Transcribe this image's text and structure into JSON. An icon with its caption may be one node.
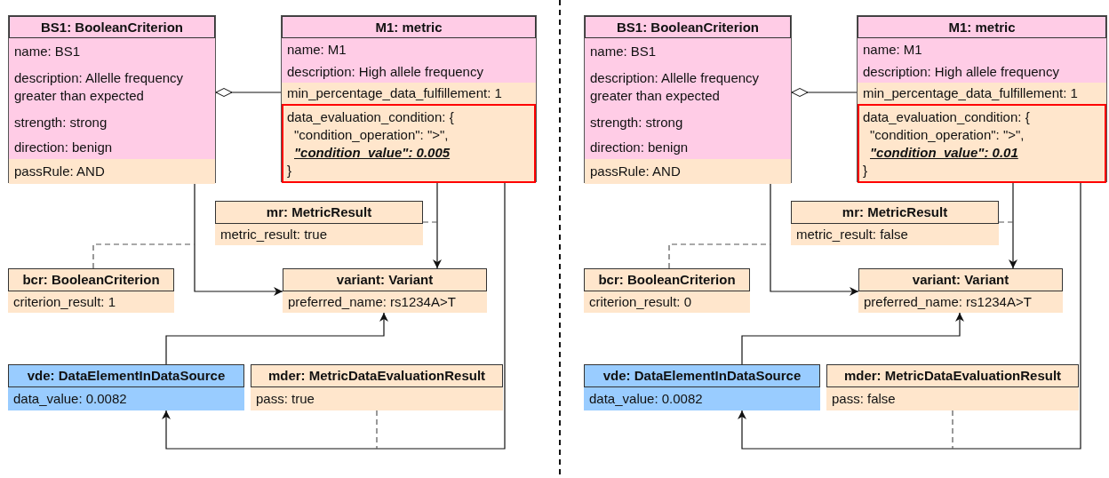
{
  "diagram": {
    "nodes": [
      {
        "text": [
          "BS1: BooleanCriterion",
          "name: BS1",
          "description: Allelle frequency greater than expected",
          "strength: strong",
          "direction: benign",
          "passRule: AND"
        ]
      },
      {
        "text": [
          "M1: metric",
          "name: M1",
          "description: High allele frequency",
          "min_percentage_data_fulfillement: 1"
        ]
      },
      {
        "text": [
          "data_evaluation_condition: {",
          "\"condition_operation\": \">\",",
          "\"condition_value\": 0.005",
          "}"
        ],
        "in": 1
      },
      {
        "text": [
          "mr: MetricResult",
          "metric_result: true"
        ]
      },
      {
        "text": [
          "bcr: BooleanCriterion",
          "criterion_result: 1"
        ]
      },
      {
        "text": [
          "variant: Variant",
          "preferred_name: rs1234A>T"
        ]
      },
      {
        "text": [
          "vde: DataElementInDataSource",
          "data_value: 0.0082"
        ]
      },
      {
        "text": [
          "mder: MetricDataEvaluationResult",
          "pass: true"
        ]
      },
      {
        "text": [
          "BS1: BooleanCriterion",
          "name: BS1",
          "description: Allelle frequency greater than expected",
          "strength: strong",
          "direction: benign",
          "passRule: AND"
        ]
      },
      {
        "text": [
          "M1: metric",
          "name: M1",
          "description: High allele frequency",
          "min_percentage_data_fulfillement: 1"
        ]
      },
      {
        "text": [
          "data_evaluation_condition: {",
          "\"condition_operation\": \">\",",
          "\"condition_value\": 0.01",
          "}"
        ],
        "in": 9
      },
      {
        "text": [
          "mr: MetricResult",
          "metric_result: false"
        ]
      },
      {
        "text": [
          "bcr: BooleanCriterion",
          "criterion_result: 0"
        ]
      },
      {
        "text": [
          "variant: Variant",
          "preferred_name: rs1234A>T"
        ]
      },
      {
        "text": [
          "vde: DataElementInDataSource",
          "data_value: 0.0082"
        ]
      },
      {
        "text": [
          "mder: MetricDataEvaluationResult",
          "pass: false"
        ]
      }
    ],
    "edges": [
      {
        "from": 0,
        "to": 1,
        "arrow": "other"
      },
      {
        "from": 0,
        "to": 5,
        "arrow": "to"
      },
      {
        "from": 1,
        "to": 5,
        "arrow": "to"
      },
      {
        "from": 1,
        "to": 6,
        "arrow": "to"
      },
      {
        "from": 6,
        "to": 5,
        "arrow": "to"
      },
      {
        "from": 3,
        "to": null,
        "arrow": "none",
        "style": "dashed"
      },
      {
        "from": 4,
        "to": null,
        "arrow": "none",
        "style": "dashed"
      },
      {
        "from": 7,
        "to": null,
        "arrow": "none",
        "style": "dashed"
      },
      {
        "from": 8,
        "to": 9,
        "arrow": "other"
      },
      {
        "from": 8,
        "to": 13,
        "arrow": "to"
      },
      {
        "from": 9,
        "to": 13,
        "arrow": "to"
      },
      {
        "from": 9,
        "to": 14,
        "arrow": "to"
      },
      {
        "from": 14,
        "to": 13,
        "arrow": "to"
      },
      {
        "from": 11,
        "to": null,
        "arrow": "none",
        "style": "dashed"
      },
      {
        "from": 12,
        "to": null,
        "arrow": "none",
        "style": "dashed"
      },
      {
        "from": 15,
        "to": null,
        "arrow": "none",
        "style": "dashed"
      }
    ]
  }
}
